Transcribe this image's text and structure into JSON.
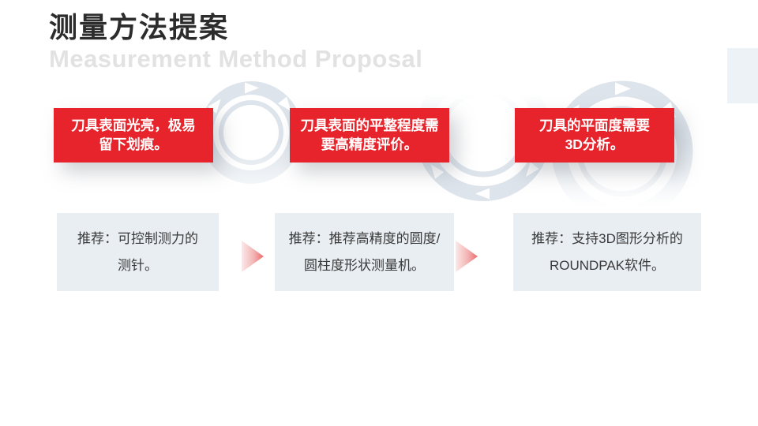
{
  "slide": {
    "title": "测量方法提案",
    "subtitle": "Measurement Method Proposal"
  },
  "problems": [
    {
      "text": "刀具表面光亮，极易\n留下划痕。"
    },
    {
      "text": "刀具表面的平整程度需\n要高精度评价。"
    },
    {
      "text": "刀具的平面度需要\n3D分析。"
    }
  ],
  "recommendations": [
    {
      "text": "推荐：可控制测力的\n测针。"
    },
    {
      "text": "推荐：推荐高精度的圆度/\n圆柱度形状测量机。"
    },
    {
      "text": "推荐：支持3D图形分析的\nROUNDPAK软件。"
    }
  ],
  "icons": {
    "flow_arrow": "triangle-right-gradient",
    "ring_decoration": "circular-arrow-ring"
  },
  "colors": {
    "accent_red": "#e7242b",
    "panel_blue": "#e9eef3",
    "ring_gray": "#dde4eb",
    "subtitle_gray": "#e2e2e2",
    "title_dark": "#2c2c2c",
    "corner_rect_blue": "#ecf2f6",
    "arrow_gradient_start": "#fbe9e9",
    "arrow_gradient_end": "#ec6a6a"
  }
}
